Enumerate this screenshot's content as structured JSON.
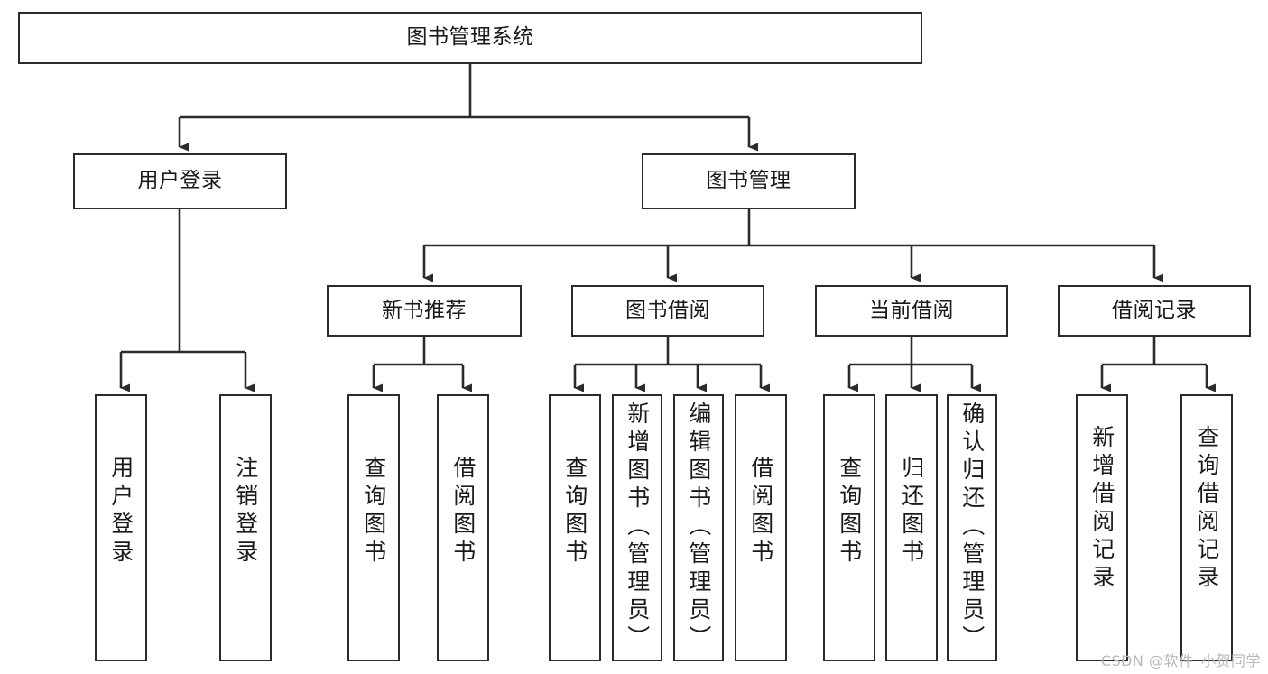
{
  "diagram": {
    "title": "图书管理系统",
    "type": "functional-structure-tree",
    "watermark": "CSDN @软件_小贺同学",
    "colors": {
      "border": "#2b2b2b",
      "background": "#ffffff",
      "text": "#1a1a1a",
      "watermark": "#b9b9b9"
    }
  },
  "nodes": {
    "root": {
      "label": "图书管理系统"
    },
    "level2": [
      {
        "label": "用户登录"
      },
      {
        "label": "图书管理"
      }
    ],
    "level3": [
      {
        "label": "新书推荐"
      },
      {
        "label": "图书借阅"
      },
      {
        "label": "当前借阅"
      },
      {
        "label": "借阅记录"
      }
    ],
    "leaves": {
      "user_login": [
        {
          "label": "用户登录"
        },
        {
          "label": "注销登录"
        }
      ],
      "new_book": [
        {
          "label": "查询图书"
        },
        {
          "label": "借阅图书"
        }
      ],
      "book_borrow": [
        {
          "label": "查询图书"
        },
        {
          "label": "新增图书（管理员）"
        },
        {
          "label": "编辑图书（管理员）"
        },
        {
          "label": "借阅图书"
        }
      ],
      "current_borrow": [
        {
          "label": "查询图书"
        },
        {
          "label": "归还图书"
        },
        {
          "label": "确认归还（管理员）"
        }
      ],
      "borrow_record": [
        {
          "label": "新增借阅记录"
        },
        {
          "label": "查询借阅记录"
        }
      ]
    }
  }
}
